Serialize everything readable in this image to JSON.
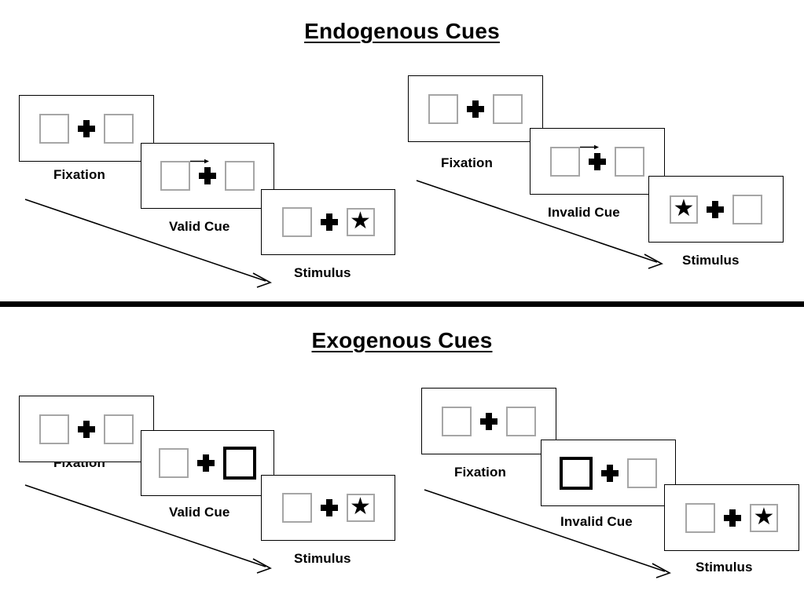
{
  "figure": {
    "sections": [
      {
        "id": "endogenous",
        "title": "Endogenous Cues",
        "columns": [
          {
            "id": "endogenous-valid",
            "frames": [
              {
                "caption": "Fixation",
                "cue": "none",
                "arrow": "none",
                "target": "none"
              },
              {
                "caption": "Valid Cue",
                "cue": "arrow",
                "arrow": "right",
                "target": "none"
              },
              {
                "caption": "Stimulus",
                "cue": "none",
                "arrow": "none",
                "target": "right"
              }
            ]
          },
          {
            "id": "endogenous-invalid",
            "frames": [
              {
                "caption": "Fixation",
                "cue": "none",
                "arrow": "none",
                "target": "none"
              },
              {
                "caption": "Invalid Cue",
                "cue": "arrow",
                "arrow": "right",
                "target": "none"
              },
              {
                "caption": "Stimulus",
                "cue": "none",
                "arrow": "none",
                "target": "left"
              }
            ]
          }
        ]
      },
      {
        "id": "exogenous",
        "title": "Exogenous Cues",
        "columns": [
          {
            "id": "exogenous-valid",
            "frames": [
              {
                "caption": "Fixation",
                "cue": "none",
                "arrow": "none",
                "target": "none"
              },
              {
                "caption": "Valid Cue",
                "cue": "box-right",
                "arrow": "none",
                "target": "none"
              },
              {
                "caption": "Stimulus",
                "cue": "none",
                "arrow": "none",
                "target": "right"
              }
            ]
          },
          {
            "id": "exogenous-invalid",
            "frames": [
              {
                "caption": "Fixation",
                "cue": "none",
                "arrow": "none",
                "target": "none"
              },
              {
                "caption": "Invalid Cue",
                "cue": "box-left",
                "arrow": "none",
                "target": "none"
              },
              {
                "caption": "Stimulus",
                "cue": "none",
                "arrow": "none",
                "target": "right"
              }
            ]
          }
        ]
      }
    ],
    "glyphs": {
      "target_symbol": "★",
      "fixation_symbol": "+",
      "cue_arrow_symbol": "→"
    },
    "colors": {
      "ink": "#000000",
      "box_outline": "#a6a6a6",
      "panel_outline": "#000000",
      "background": "#ffffff"
    }
  }
}
